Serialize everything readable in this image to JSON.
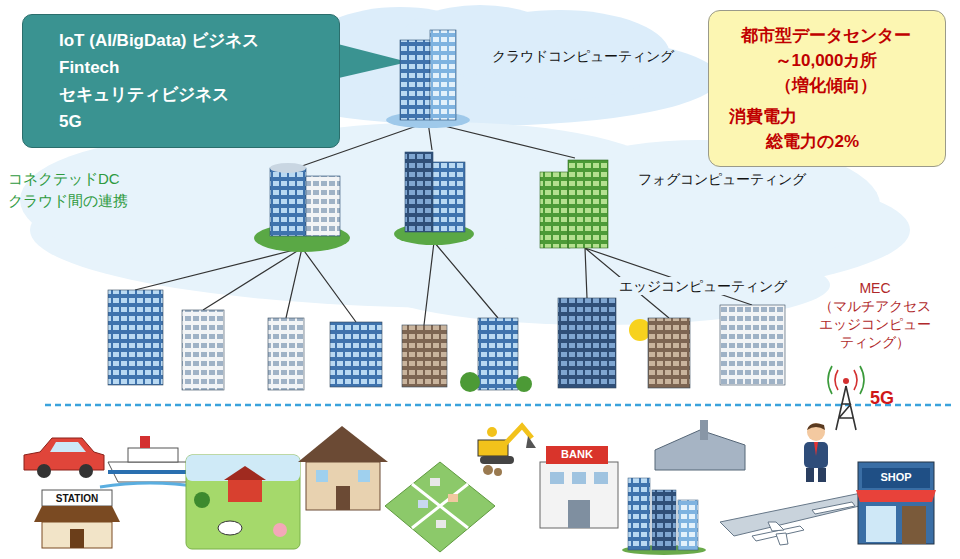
{
  "diagram": {
    "nodes": [
      {
        "text": [
          "IoT (AI/BigData) ビジネス",
          "Fintech",
          "セキュリティビジネス",
          "5G"
        ]
      },
      {
        "text": [
          "都市型データセンター ～10,000カ所 （増化傾向）",
          "消費電力 総電力の2%"
        ]
      }
    ],
    "labels": [
      "クラウドコンピューティング",
      "コネクテッドDC クラウド間の連携",
      "フォグコンピューティング",
      "エッジコンピューティング",
      "MEC （マルチアクセス エッジコンピュー ティング）",
      "5G",
      "STATION",
      "BANK",
      "SHOP"
    ]
  }
}
